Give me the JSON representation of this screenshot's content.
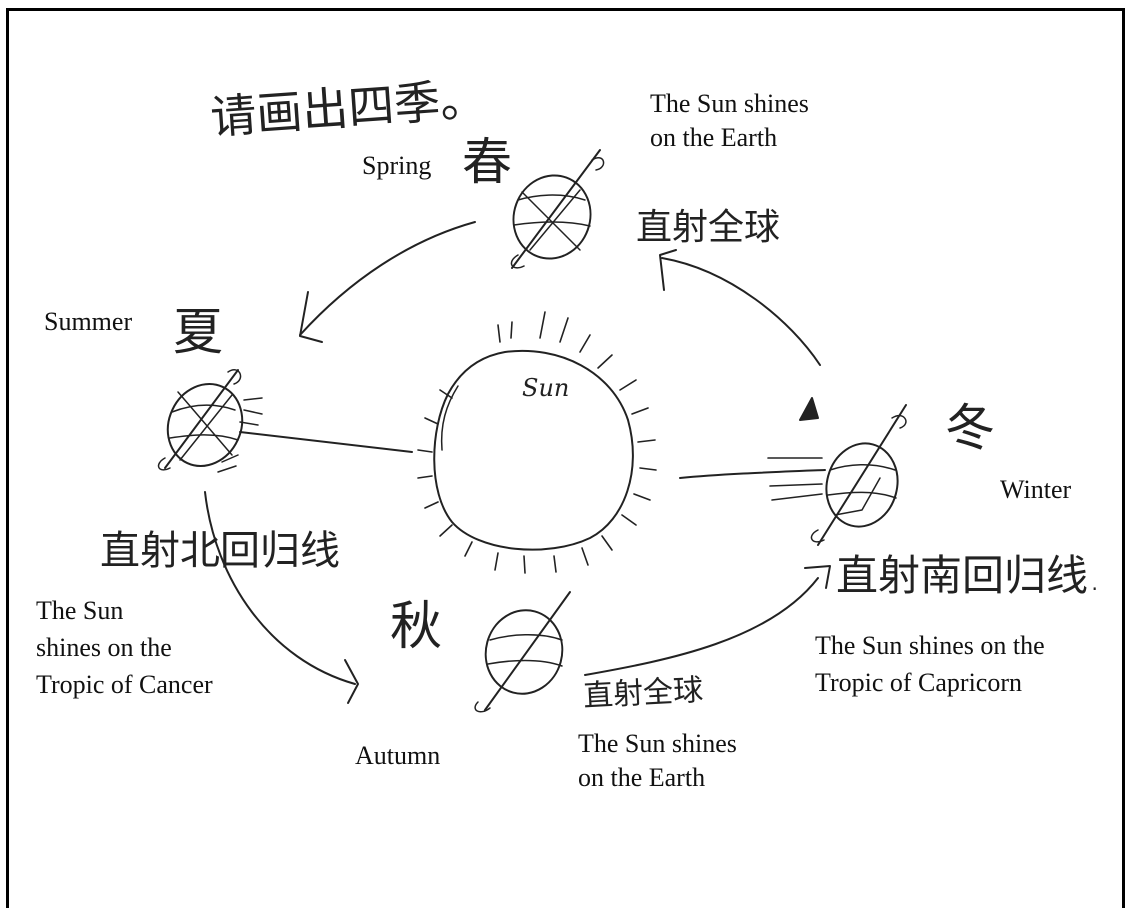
{
  "diagram": {
    "instruction_zh": "请画出四季。",
    "sun": {
      "label": "Sun"
    },
    "seasons": {
      "spring": {
        "zh": "春",
        "en": "Spring",
        "note_zh": "直射全球",
        "note_en_1": "The Sun shines",
        "note_en_2": "on the Earth"
      },
      "summer": {
        "zh": "夏",
        "en": "Summer",
        "note_zh": "直射北回归线",
        "note_en_1": "The Sun",
        "note_en_2": "shines on the",
        "note_en_3": "Tropic of Cancer"
      },
      "autumn": {
        "zh": "秋",
        "en": "Autumn",
        "note_zh": "直射全球",
        "note_en_1": "The Sun shines",
        "note_en_2": "on the Earth"
      },
      "winter": {
        "zh": "冬",
        "en": "Winter",
        "note_zh": "直射南回归线.",
        "note_en_1": "The Sun shines on the",
        "note_en_2": "Tropic of Capricorn"
      }
    }
  }
}
